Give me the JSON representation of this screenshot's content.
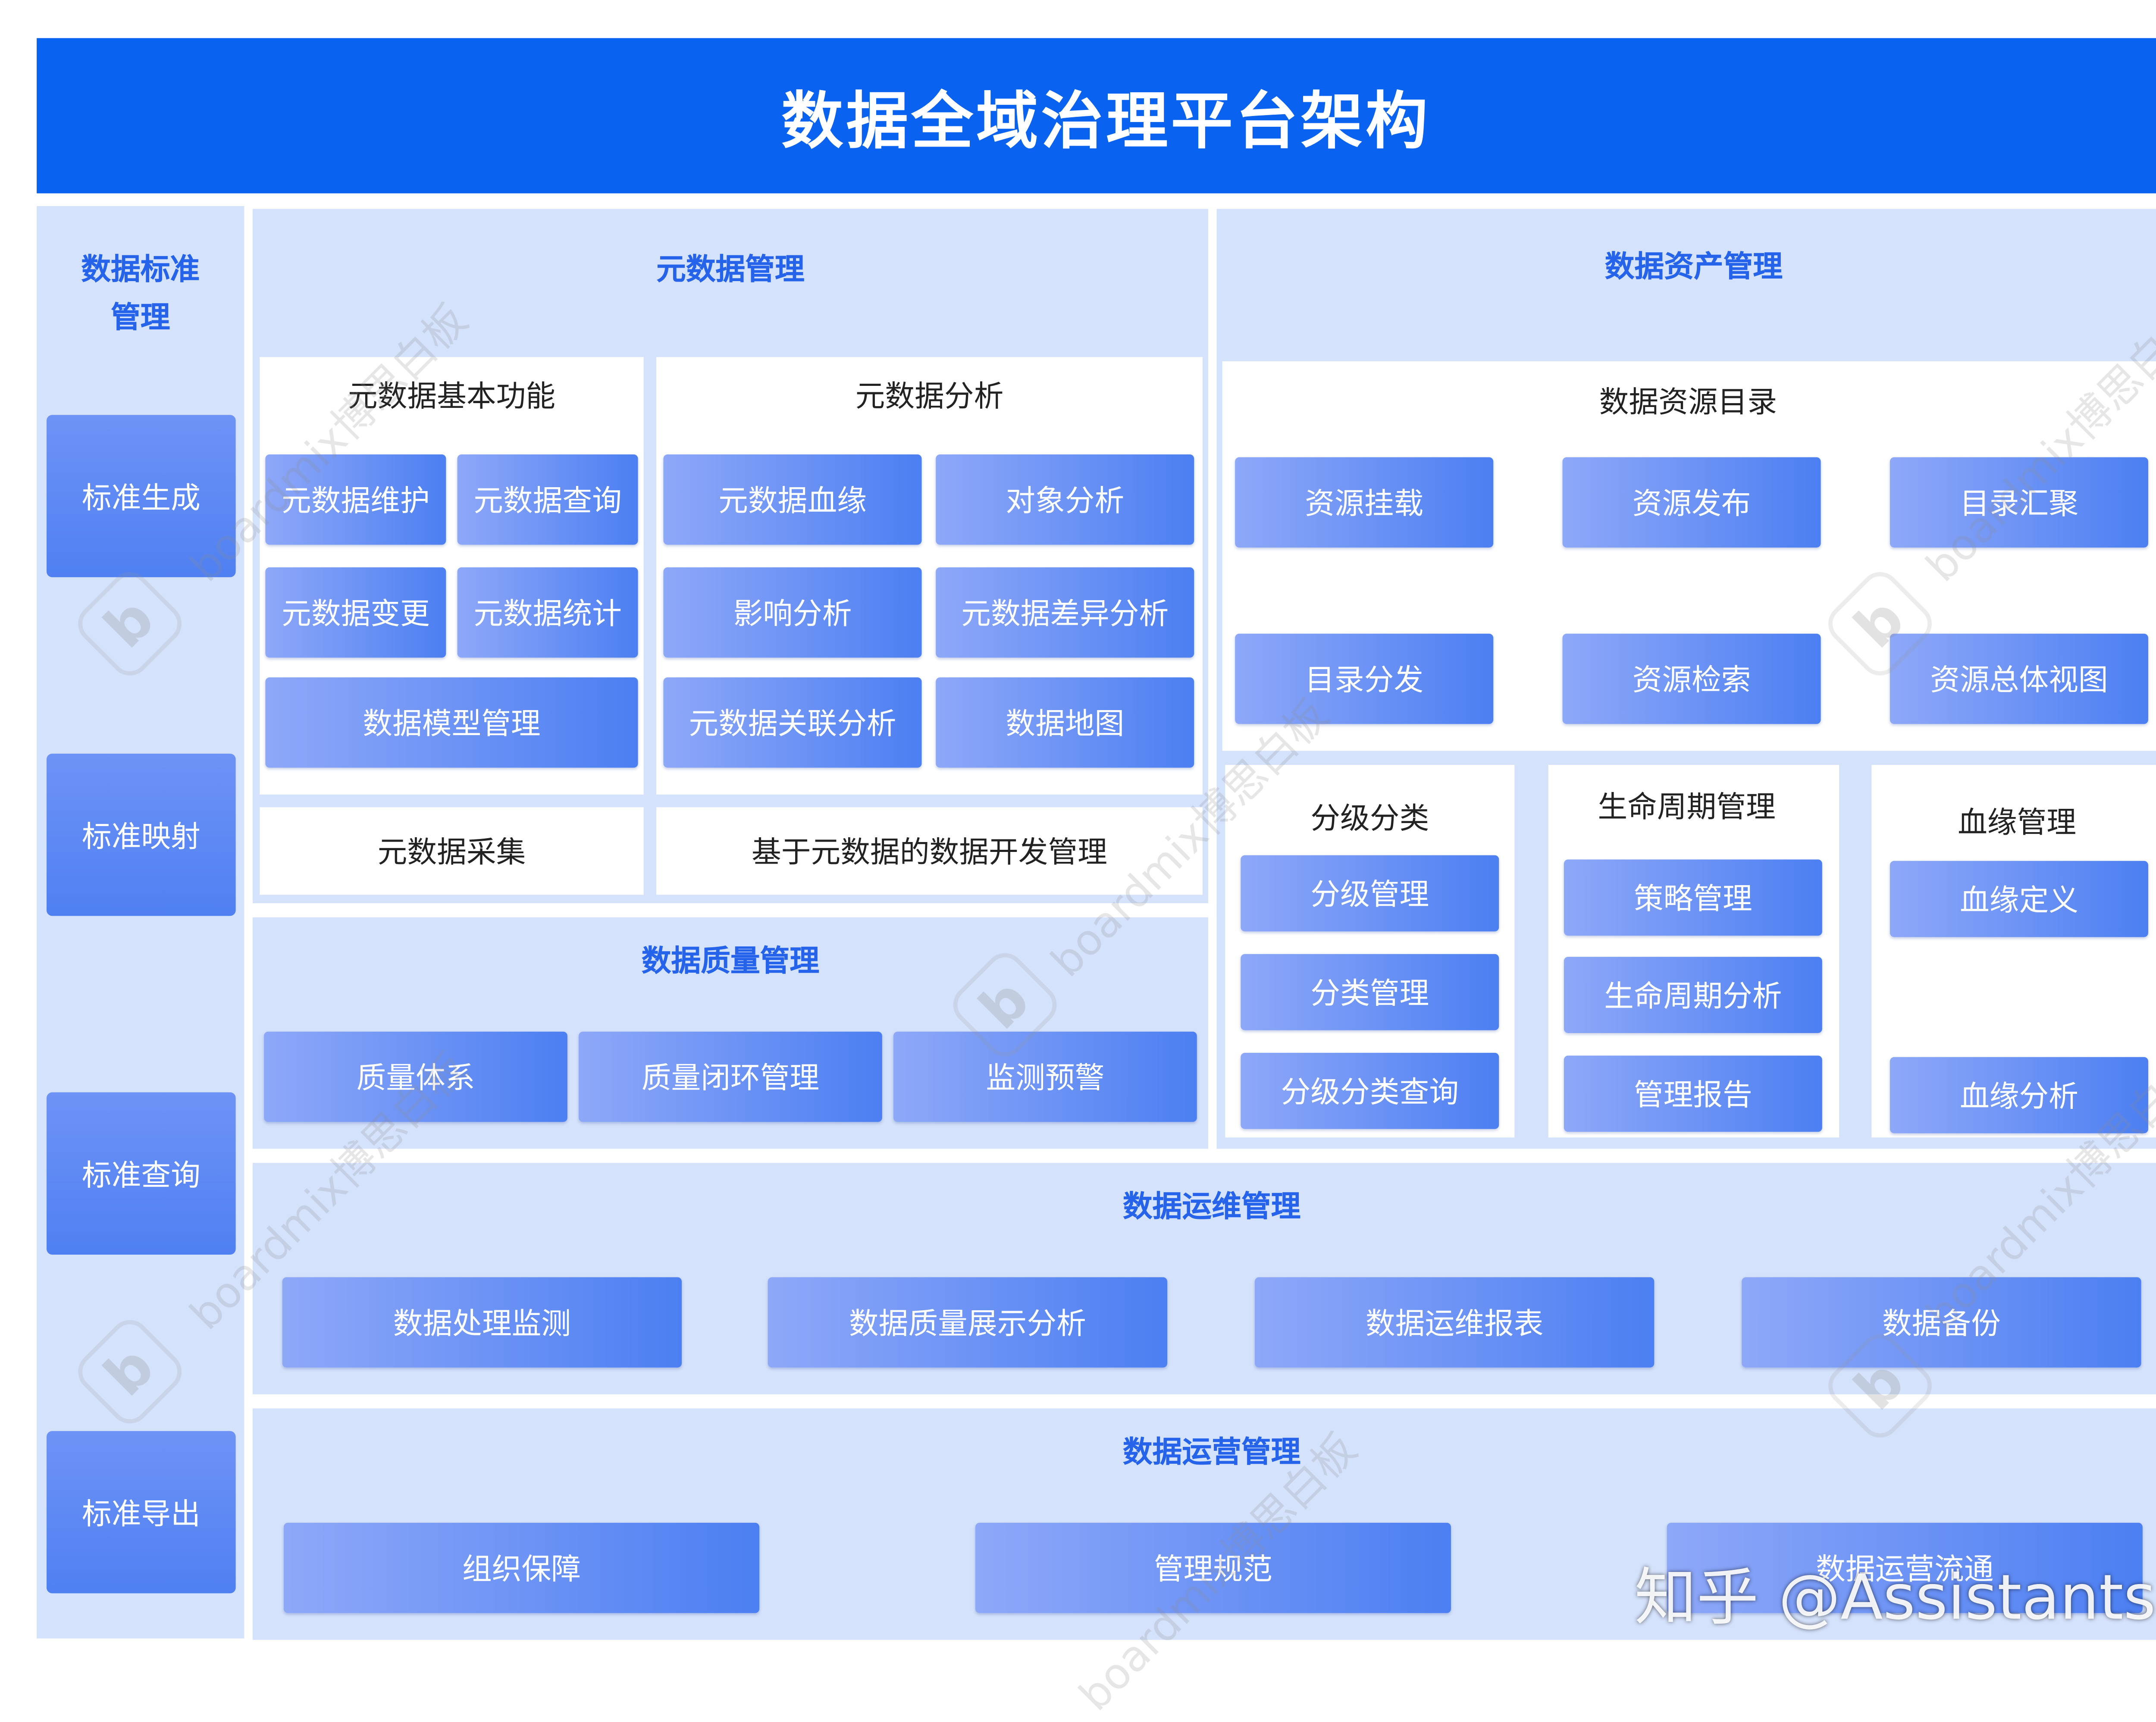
{
  "title": "数据全域治理平台架构",
  "standard": {
    "title": "数据标准\n管理",
    "items": [
      "标准生成",
      "标准映射",
      "标准查询",
      "标准导出"
    ]
  },
  "metadata": {
    "title": "元数据管理",
    "basic": {
      "title": "元数据基本功能",
      "items": [
        "元数据维护",
        "元数据查询",
        "元数据变更",
        "元数据统计",
        "数据模型管理"
      ]
    },
    "analysis": {
      "title": "元数据分析",
      "items": [
        "元数据血缘",
        "对象分析",
        "影响分析",
        "元数据差异分析",
        "元数据关联分析",
        "数据地图"
      ]
    },
    "collect": "元数据采集",
    "dev": "基于元数据的数据开发管理"
  },
  "quality": {
    "title": "数据质量管理",
    "items": [
      "质量体系",
      "质量闭环管理",
      "监测预警"
    ]
  },
  "asset": {
    "title": "数据资产管理",
    "catalog": {
      "title": "数据资源目录",
      "items": [
        "资源挂载",
        "资源发布",
        "目录汇聚",
        "目录分发",
        "资源检索",
        "资源总体视图"
      ]
    },
    "grading": {
      "title": "分级分类",
      "items": [
        "分级管理",
        "分类管理",
        "分级分类查询"
      ]
    },
    "lifecycle": {
      "title": "生命周期管理",
      "items": [
        "策略管理",
        "生命周期分析",
        "管理报告"
      ]
    },
    "lineage": {
      "title": "血缘管理",
      "items": [
        "血缘定义",
        "血缘分析"
      ]
    }
  },
  "ops": {
    "title": "数据运维管理",
    "items": [
      "数据处理监测",
      "数据质量展示分析",
      "数据运维报表",
      "数据备份"
    ]
  },
  "operation": {
    "title": "数据运营管理",
    "items": [
      "组织保障",
      "管理规范",
      "数据运营流通"
    ]
  },
  "watermark": {
    "text": "boardmix博思白板",
    "logo": "b"
  },
  "footer_watermark": "知乎 @Assistants",
  "colors": {
    "title_bg": "#0a63f0",
    "panel_bg": "#d5e2fb",
    "section_title": "#2563eb",
    "button_from": "#8ea8f8",
    "button_to": "#4c7ff2"
  }
}
